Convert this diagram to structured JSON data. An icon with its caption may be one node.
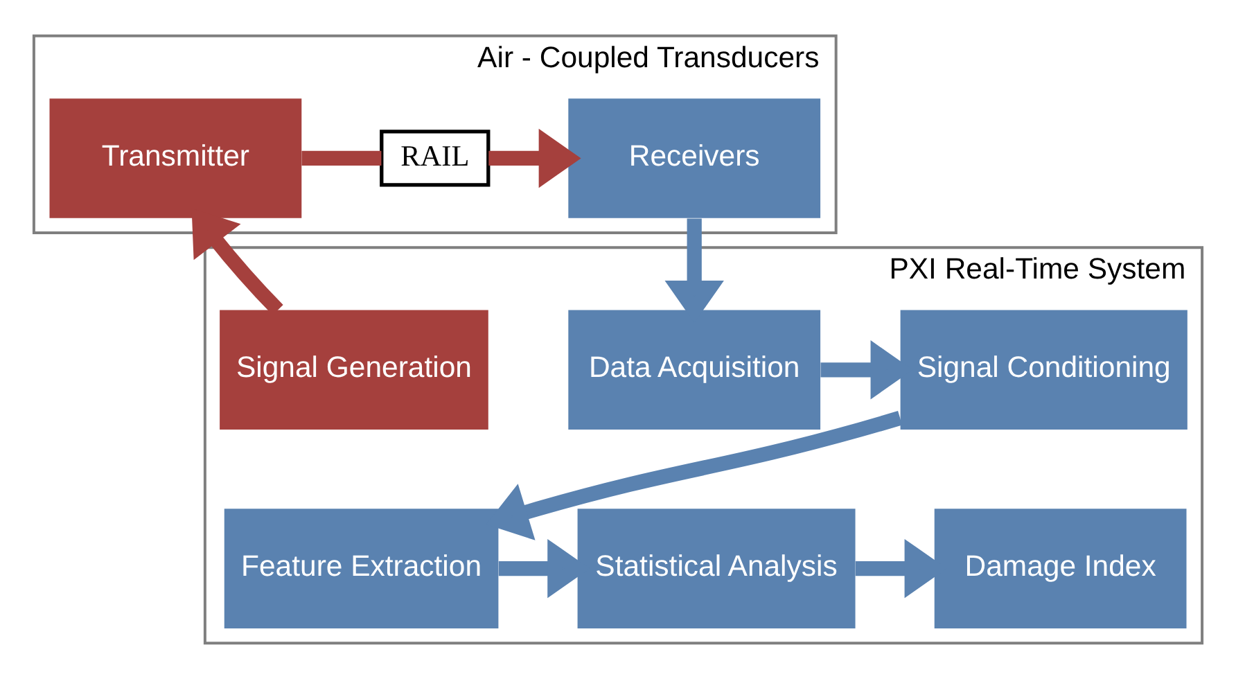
{
  "diagram": {
    "nodes": [
      {
        "text": [
          "Air - Coupled Transducers"
        ]
      },
      {
        "text": [
          "Transmitter"
        ],
        "in": 0
      },
      {
        "text": [
          "RAIL"
        ],
        "in": 0
      },
      {
        "text": [
          "Receivers"
        ],
        "in": 0
      },
      {
        "text": [
          "PXI Real-Time System"
        ]
      },
      {
        "text": [
          "Signal Generation"
        ],
        "in": 4
      },
      {
        "text": [
          "Data Acquisition"
        ],
        "in": 4
      },
      {
        "text": [
          "Signal Conditioning"
        ],
        "in": 4
      },
      {
        "text": [
          "Feature Extraction"
        ],
        "in": 4
      },
      {
        "text": [
          "Statistical Analysis"
        ],
        "in": 4
      },
      {
        "text": [
          "Damage Index"
        ],
        "in": 4
      }
    ],
    "edges": [
      {
        "from": 5,
        "to": 1,
        "arrow": "to",
        "color": "#a5403d"
      },
      {
        "from": 1,
        "to": 2,
        "arrow": "none",
        "color": "#a5403d"
      },
      {
        "from": 2,
        "to": 3,
        "arrow": "to",
        "color": "#a5403d"
      },
      {
        "from": 3,
        "to": 6,
        "arrow": "to"
      },
      {
        "from": 6,
        "to": 7,
        "arrow": "to"
      },
      {
        "from": 7,
        "to": 8,
        "arrow": "to"
      },
      {
        "from": 8,
        "to": 9,
        "arrow": "to"
      },
      {
        "from": 9,
        "to": 10,
        "arrow": "to"
      }
    ]
  }
}
